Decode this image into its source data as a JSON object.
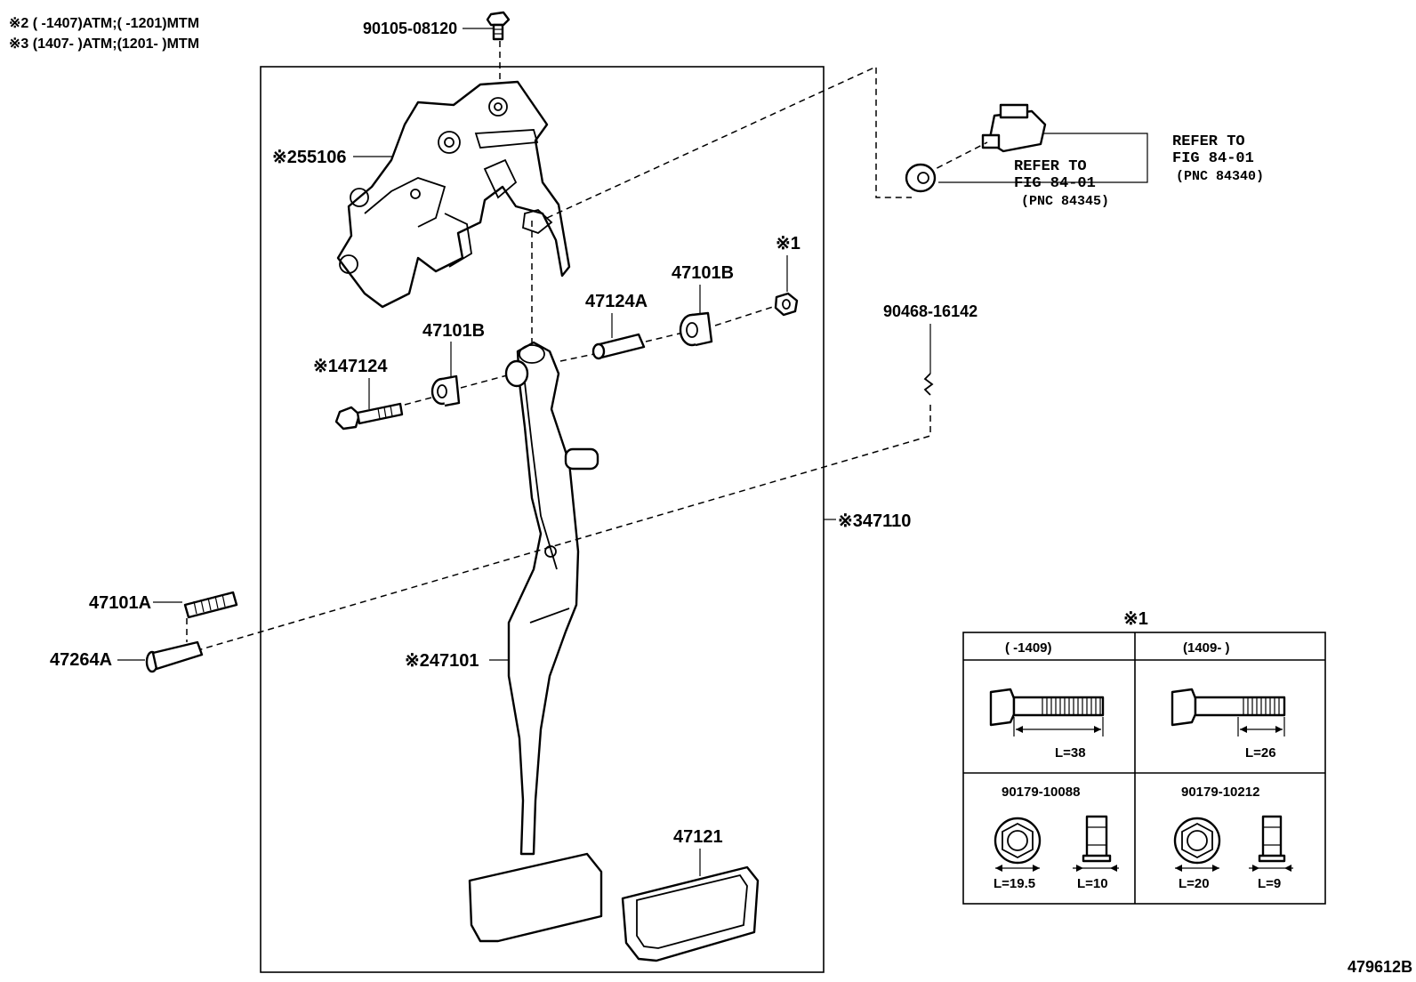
{
  "notes": {
    "line1": "※2 (      -1407)ATM;(      -1201)MTM",
    "line2": "※3 (1407-      )ATM;(1201-      )MTM"
  },
  "labels": {
    "bolt_top": "90105-08120",
    "bracket": "※255106",
    "pin_47124": "※147124",
    "bushing_47101B_left": "47101B",
    "bushing_47101B_right": "47101B",
    "collar_47124A": "47124A",
    "nut_ref": "※1",
    "clip": "90468-16142",
    "assembly": "※347110",
    "spring": "47101A",
    "clevis_pin": "47264A",
    "pedal_arm": "※247101",
    "pedal_pad": "47121",
    "refer1_line1": "REFER TO",
    "refer1_line2": "FIG 84-01",
    "refer1_line3": "(PNC 84345)",
    "refer2_line1": "REFER TO",
    "refer2_line2": "FIG 84-01",
    "refer2_line3": "(PNC 84340)",
    "diagram_id": "479612B"
  },
  "table": {
    "title": "※1",
    "col1_header": "(      -1409)",
    "col2_header": "(1409-      )",
    "bolt1_length": "L=38",
    "bolt2_length": "L=26",
    "nut1_part": "90179-10088",
    "nut2_part": "90179-10212",
    "nut1_width": "L=19.5",
    "nut1_height": "L=10",
    "nut2_width": "L=20",
    "nut2_height": "L=9"
  }
}
